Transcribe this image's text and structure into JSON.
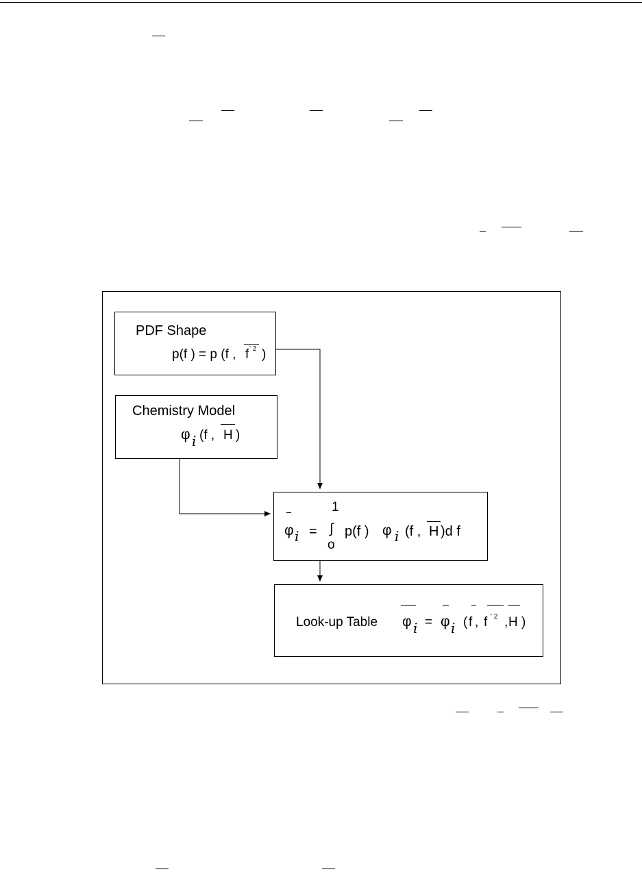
{
  "diagram": {
    "pdf_box": {
      "title": "PDF Shape",
      "eq_lhs": "p(f ) = p (f ,",
      "eq_f": "f",
      "eq_sup": "' 2",
      "eq_close": ")"
    },
    "chem_box": {
      "title": "Chemistry Model",
      "phi": "φ",
      "sub": "i",
      "args_open": "(f ,",
      "H": "H",
      "args_close": ")"
    },
    "integral_box": {
      "phi_bar": "φ",
      "sub_bar": "i",
      "equals": "=",
      "upper": "1",
      "int_sign": "∫",
      "lower": "o",
      "pf": "p(f )",
      "phi": "φ",
      "sub": "i",
      "args_open": "(f ,",
      "H": "H",
      "args_close": ")d f"
    },
    "lookup_box": {
      "label": "Look-up Table",
      "phi_l": "φ",
      "sub_l": "i",
      "equals": "=",
      "phi_r": "φ",
      "sub_r": "i",
      "paren_open": "(",
      "f1": "f",
      "comma1": ",",
      "f2": "f",
      "sup": "' 2",
      "comma2": ",",
      "H": "H",
      "paren_close": ")"
    }
  }
}
